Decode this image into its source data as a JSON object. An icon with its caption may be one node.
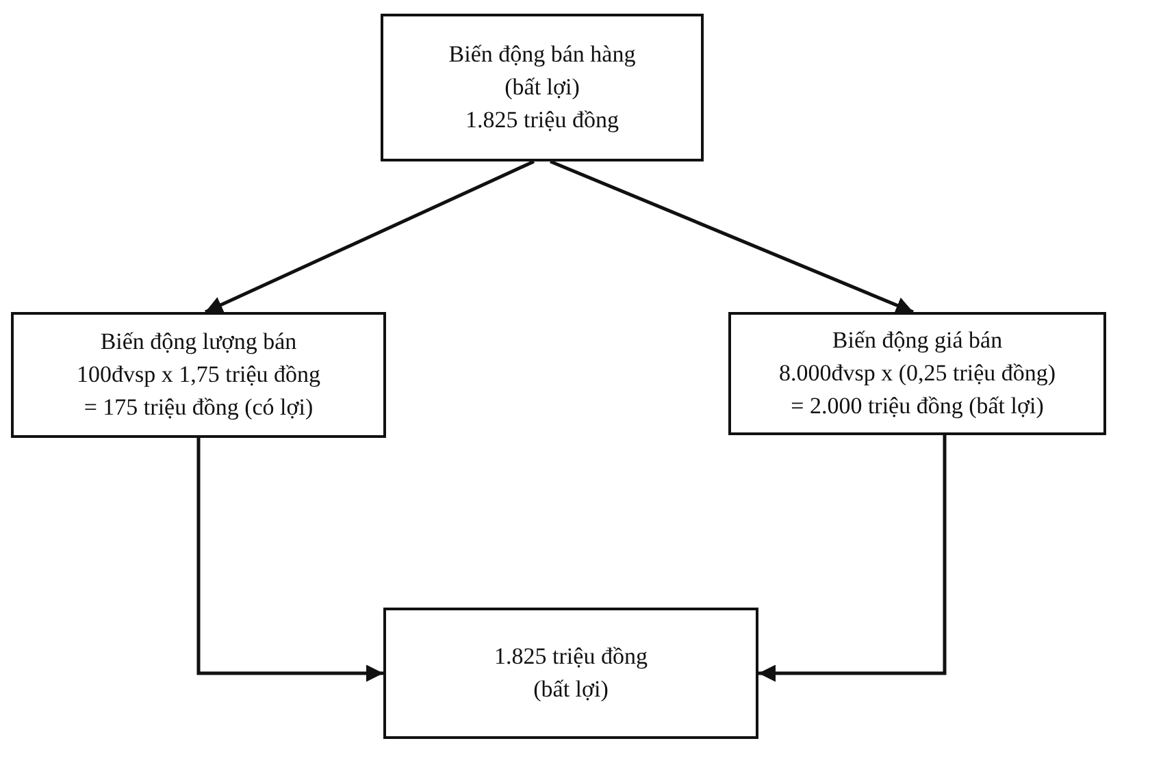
{
  "diagram": {
    "nodes": [
      {
        "text": [
          "Biến động bán hàng",
          "(bất lợi)",
          "1.825 triệu đồng"
        ]
      },
      {
        "text": [
          "Biến động lượng bán",
          "100đvsp x 1,75 triệu đồng",
          "= 175 triệu đồng (có lợi)"
        ]
      },
      {
        "text": [
          "Biến động giá bán",
          "8.000đvsp x (0,25 triệu đồng)",
          "= 2.000 triệu đồng (bất lợi)"
        ]
      },
      {
        "text": [
          "1.825 triệu đồng",
          "(bất lợi)"
        ]
      }
    ],
    "edges": [
      {
        "from": 0,
        "to": 1,
        "arrow": "to"
      },
      {
        "from": 0,
        "to": 2,
        "arrow": "to"
      },
      {
        "from": 1,
        "to": 3,
        "arrow": "to"
      },
      {
        "from": 2,
        "to": 3,
        "arrow": "to"
      }
    ]
  }
}
